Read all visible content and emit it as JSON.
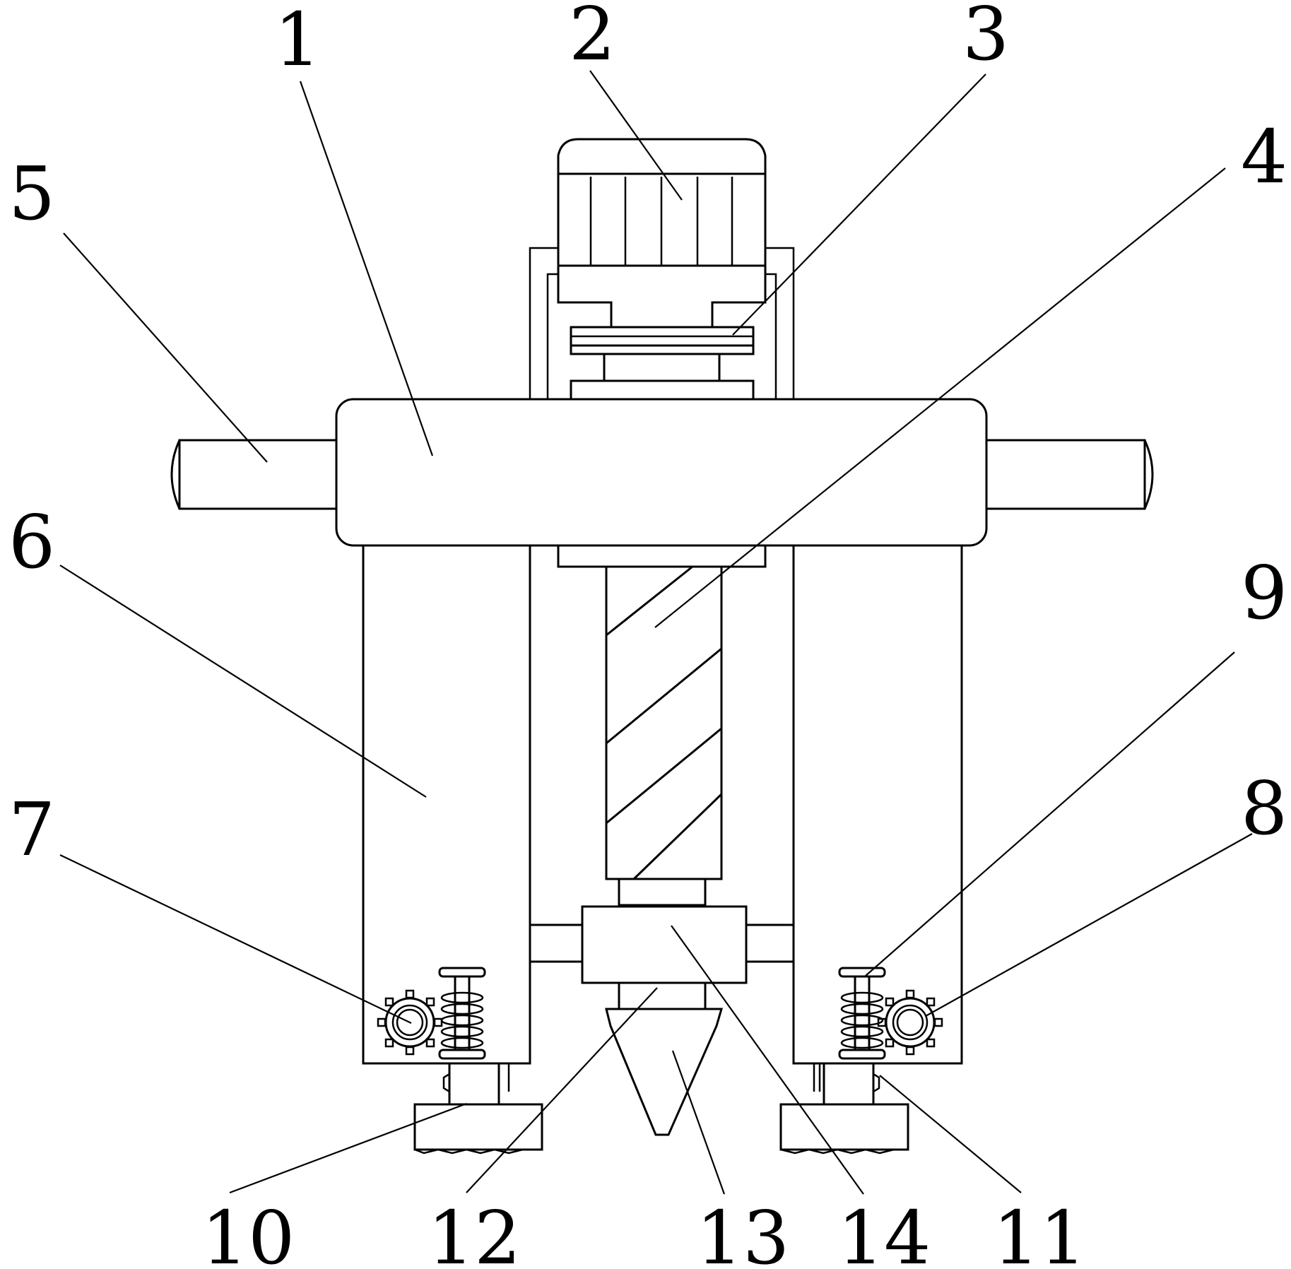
{
  "labels": {
    "n1": "1",
    "n2": "2",
    "n3": "3",
    "n4": "4",
    "n5": "5",
    "n6": "6",
    "n7": "7",
    "n8": "8",
    "n9": "9",
    "n10": "10",
    "n11": "11",
    "n12": "12",
    "n13": "13",
    "n14": "14"
  },
  "colors": {
    "line": "#000000",
    "background": "#ffffff"
  }
}
